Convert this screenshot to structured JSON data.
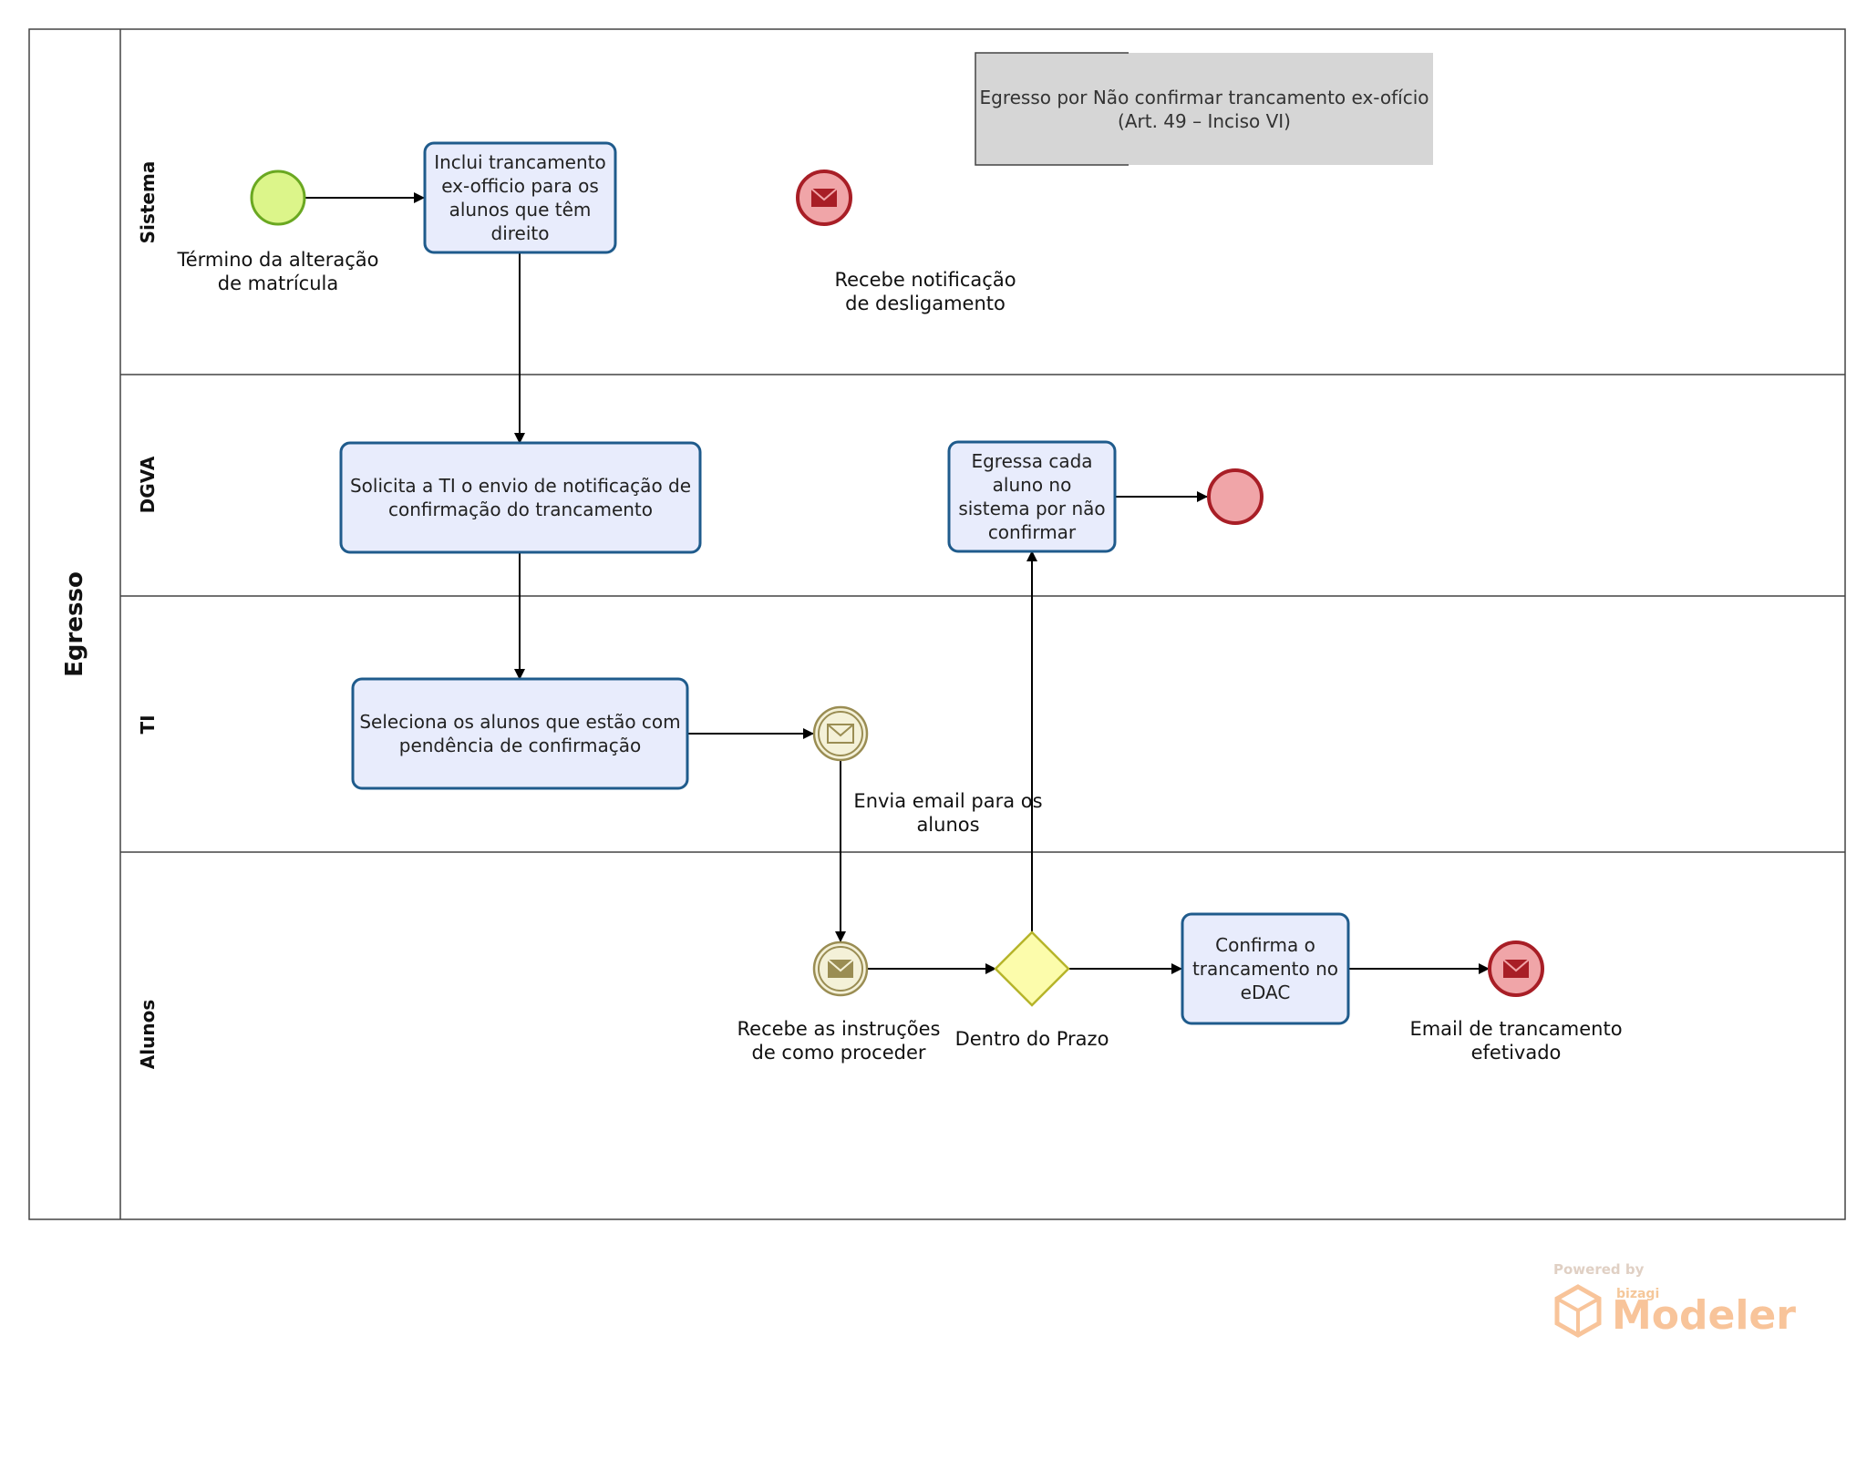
{
  "pool": {
    "name": "Egresso"
  },
  "lanes": [
    {
      "id": "sistema",
      "name": "Sistema"
    },
    {
      "id": "dgva",
      "name": "DGVA"
    },
    {
      "id": "ti",
      "name": "TI"
    },
    {
      "id": "alunos",
      "name": "Alunos"
    }
  ],
  "annotation": {
    "text": "Egresso por Não confirmar trancamento ex-ofício\n(Art. 49 – Inciso VI)"
  },
  "events": {
    "start": {
      "label_line1": "Término da alteração",
      "label_line2": "de matrícula"
    },
    "recebe_desligamento": {
      "label_line1": "Recebe notificação",
      "label_line2": "de desligamento"
    },
    "envia_email": {
      "label_line1": "Envia email para os",
      "label_line2": "alunos"
    },
    "recebe_instrucoes": {
      "label_line1": "Recebe as instruções",
      "label_line2": "de como proceder"
    },
    "email_efetivado": {
      "label_line1": "Email de trancamento",
      "label_line2": "efetivado"
    }
  },
  "gateway": {
    "label": "Dentro do Prazo"
  },
  "tasks": {
    "inclui": {
      "l1": "Inclui trancamento",
      "l2": "ex-officio para os",
      "l3": "alunos que têm",
      "l4": "direito"
    },
    "solicita": {
      "l1": "Solicita a TI o envio de notificação de",
      "l2": "confirmação do trancamento"
    },
    "seleciona": {
      "l1": "Seleciona os alunos que estão com",
      "l2": "pendência de confirmação"
    },
    "egressa": {
      "l1": "Egressa cada",
      "l2": "aluno no",
      "l3": "sistema por não",
      "l4": "confirmar"
    },
    "confirma": {
      "l1": "Confirma o",
      "l2": "trancamento no",
      "l3": "eDAC"
    }
  },
  "watermark": {
    "powered": "Powered by",
    "brand": "bizagi",
    "product": "Modeler"
  },
  "colors": {
    "task_fill": "#e8ecfc",
    "task_stroke": "#1f5b8c",
    "start_fill": "#dcf58a",
    "start_stroke": "#6aa821",
    "end_fill": "#f0a5a8",
    "end_stroke": "#a81e26",
    "message_fill": "#f4f1d8",
    "message_stroke": "#9a8d53",
    "gateway_fill": "#fcfcab",
    "gateway_stroke": "#b6b42a",
    "annotation_fill": "#d6d6d6"
  }
}
